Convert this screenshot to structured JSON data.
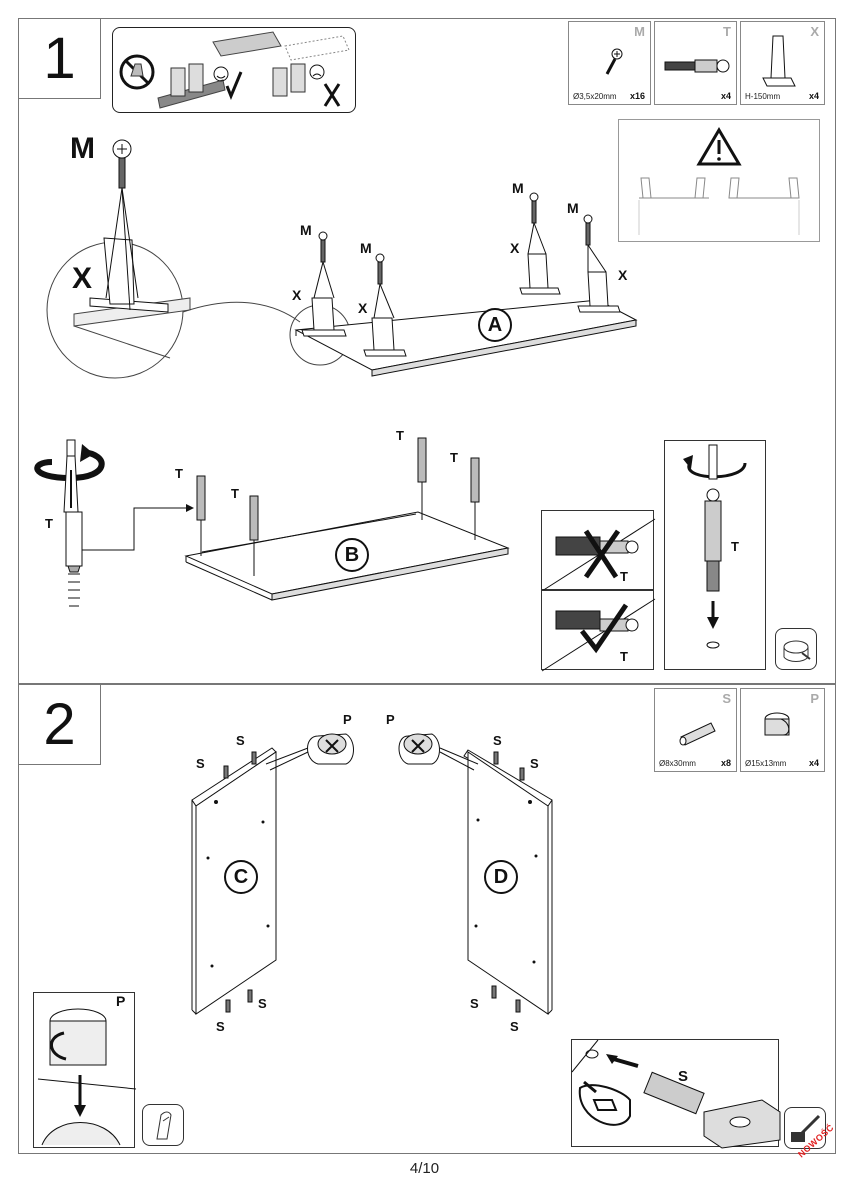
{
  "step1": {
    "number": "1",
    "parts": [
      {
        "letter": "M",
        "size": "Ø3,5x20mm",
        "qty": "x16",
        "icon": "screw-icon"
      },
      {
        "letter": "T",
        "size": "",
        "qty": "x4",
        "icon": "connector-bolt-icon"
      },
      {
        "letter": "X",
        "size": "H-150mm",
        "qty": "x4",
        "icon": "leg-bracket-icon"
      }
    ],
    "labels": {
      "m": "M",
      "x": "X",
      "t": "T",
      "panel_a": "A",
      "panel_b": "B"
    }
  },
  "step2": {
    "number": "2",
    "parts": [
      {
        "letter": "S",
        "size": "Ø8x30mm",
        "qty": "x8",
        "icon": "dowel-icon"
      },
      {
        "letter": "P",
        "size": "Ø15x13mm",
        "qty": "x4",
        "icon": "cam-lock-icon"
      }
    ],
    "labels": {
      "s": "S",
      "p": "P",
      "panel_c": "C",
      "panel_d": "D"
    }
  },
  "footer": {
    "page": "4/10",
    "brand": "NOWOŚĆ"
  }
}
